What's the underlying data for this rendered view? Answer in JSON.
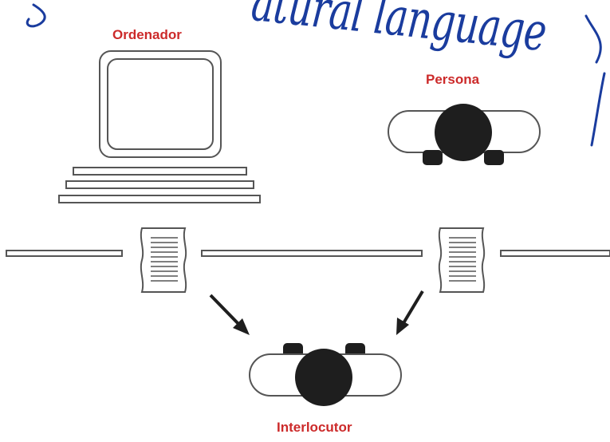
{
  "labels": {
    "computer": "Ordenador",
    "person": "Persona",
    "interlocutor": "Interlocutor"
  },
  "handwriting": {
    "text": "atural language"
  },
  "colors": {
    "label_red": "#cc2a2a",
    "handwriting_blue": "#1a3c9e",
    "ink": "#1e1e1e",
    "outline": "#555555"
  },
  "icons": {
    "computer": "computer-terminal-icon",
    "person": "person-topdown-icon",
    "interlocutor": "interlocutor-topdown-icon",
    "message": "paper-message-icon"
  }
}
